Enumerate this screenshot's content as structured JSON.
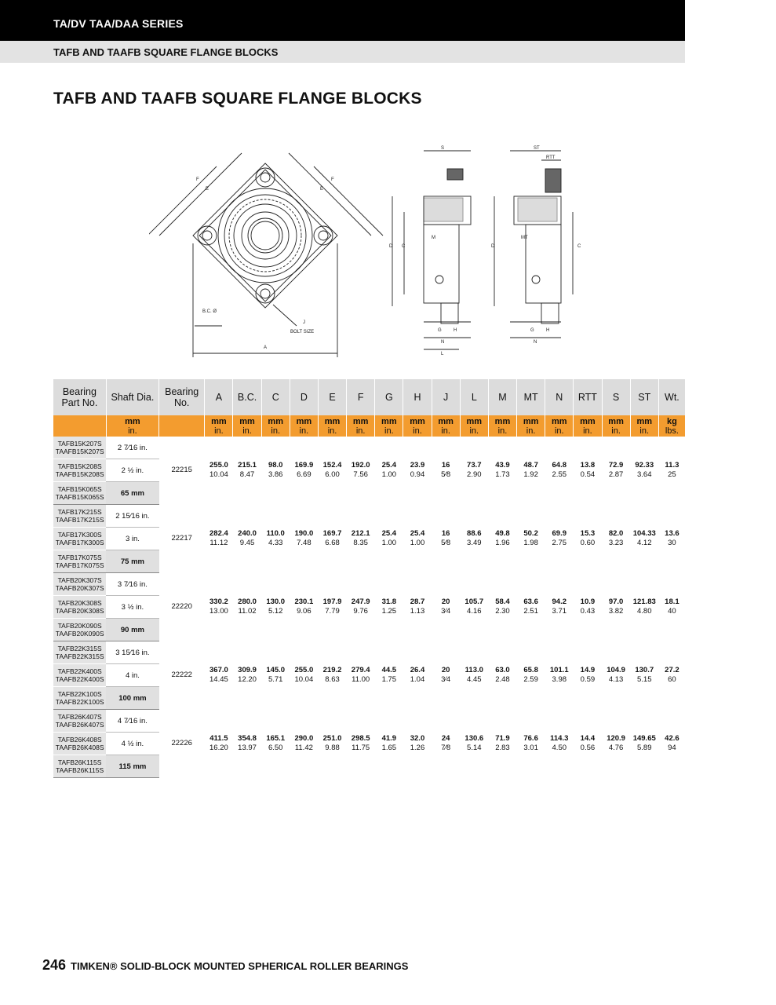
{
  "header": {
    "series": "TA/DV TAA/DAA SERIES",
    "subtitle": "TAFB AND TAAFB SQUARE FLANGE BLOCKS"
  },
  "page_title": "TAFB AND TAAFB SQUARE FLANGE BLOCKS",
  "drawing_labels": {
    "f": "F",
    "e": "E",
    "bc": "B.C. Ø",
    "j": "J",
    "bolt_size": "BOLT SIZE",
    "a": "A",
    "s": "S",
    "st": "ST",
    "rtt": "RTT",
    "d": "D",
    "c": "C",
    "m": "M",
    "mt": "MT",
    "g": "G",
    "h": "H",
    "n": "N",
    "l": "L"
  },
  "table": {
    "headers": {
      "part": "Bearing Part No.",
      "shaft": "Shaft Dia.",
      "bearing": "Bearing No.",
      "cols": [
        "A",
        "B.C.",
        "C",
        "D",
        "E",
        "F",
        "G",
        "H",
        "J",
        "L",
        "M",
        "MT",
        "N",
        "RTT",
        "S",
        "ST",
        "Wt."
      ]
    },
    "units": {
      "mm": "mm",
      "in": "in.",
      "kg": "kg",
      "lbs": "lbs."
    },
    "groups": [
      {
        "bearing": "22215",
        "rows": [
          {
            "part1": "TAFB15K207S",
            "part2": "TAAFB15K207S",
            "shaft": "2 7⁄16 in."
          },
          {
            "part1": "TAFB15K208S",
            "part2": "TAAFB15K208S",
            "shaft": "2 ½ in."
          },
          {
            "part1": "TAFB15K065S",
            "part2": "TAAFB15K065S",
            "shaft": "65 mm"
          }
        ],
        "values": [
          [
            "255.0",
            "10.04"
          ],
          [
            "215.1",
            "8.47"
          ],
          [
            "98.0",
            "3.86"
          ],
          [
            "169.9",
            "6.69"
          ],
          [
            "152.4",
            "6.00"
          ],
          [
            "192.0",
            "7.56"
          ],
          [
            "25.4",
            "1.00"
          ],
          [
            "23.9",
            "0.94"
          ],
          [
            "16",
            "5⁄8"
          ],
          [
            "73.7",
            "2.90"
          ],
          [
            "43.9",
            "1.73"
          ],
          [
            "48.7",
            "1.92"
          ],
          [
            "64.8",
            "2.55"
          ],
          [
            "13.8",
            "0.54"
          ],
          [
            "72.9",
            "2.87"
          ],
          [
            "92.33",
            "3.64"
          ],
          [
            "11.3",
            "25"
          ]
        ]
      },
      {
        "bearing": "22217",
        "rows": [
          {
            "part1": "TAFB17K215S",
            "part2": "TAAFB17K215S",
            "shaft": "2 15⁄16 in."
          },
          {
            "part1": "TAFB17K300S",
            "part2": "TAAFB17K300S",
            "shaft": "3 in."
          },
          {
            "part1": "TAFB17K075S",
            "part2": "TAAFB17K075S",
            "shaft": "75 mm"
          }
        ],
        "values": [
          [
            "282.4",
            "11.12"
          ],
          [
            "240.0",
            "9.45"
          ],
          [
            "110.0",
            "4.33"
          ],
          [
            "190.0",
            "7.48"
          ],
          [
            "169.7",
            "6.68"
          ],
          [
            "212.1",
            "8.35"
          ],
          [
            "25.4",
            "1.00"
          ],
          [
            "25.4",
            "1.00"
          ],
          [
            "16",
            "5⁄8"
          ],
          [
            "88.6",
            "3.49"
          ],
          [
            "49.8",
            "1.96"
          ],
          [
            "50.2",
            "1.98"
          ],
          [
            "69.9",
            "2.75"
          ],
          [
            "15.3",
            "0.60"
          ],
          [
            "82.0",
            "3.23"
          ],
          [
            "104.33",
            "4.12"
          ],
          [
            "13.6",
            "30"
          ]
        ]
      },
      {
        "bearing": "22220",
        "rows": [
          {
            "part1": "TAFB20K307S",
            "part2": "TAAFB20K307S",
            "shaft": "3 7⁄16 in."
          },
          {
            "part1": "TAFB20K308S",
            "part2": "TAAFB20K308S",
            "shaft": "3 ½ in."
          },
          {
            "part1": "TAFB20K090S",
            "part2": "TAAFB20K090S",
            "shaft": "90 mm"
          }
        ],
        "values": [
          [
            "330.2",
            "13.00"
          ],
          [
            "280.0",
            "11.02"
          ],
          [
            "130.0",
            "5.12"
          ],
          [
            "230.1",
            "9.06"
          ],
          [
            "197.9",
            "7.79"
          ],
          [
            "247.9",
            "9.76"
          ],
          [
            "31.8",
            "1.25"
          ],
          [
            "28.7",
            "1.13"
          ],
          [
            "20",
            "3⁄4"
          ],
          [
            "105.7",
            "4.16"
          ],
          [
            "58.4",
            "2.30"
          ],
          [
            "63.6",
            "2.51"
          ],
          [
            "94.2",
            "3.71"
          ],
          [
            "10.9",
            "0.43"
          ],
          [
            "97.0",
            "3.82"
          ],
          [
            "121.83",
            "4.80"
          ],
          [
            "18.1",
            "40"
          ]
        ]
      },
      {
        "bearing": "22222",
        "rows": [
          {
            "part1": "TAFB22K315S",
            "part2": "TAAFB22K315S",
            "shaft": "3 15⁄16 in."
          },
          {
            "part1": "TAFB22K400S",
            "part2": "TAAFB22K400S",
            "shaft": "4 in."
          },
          {
            "part1": "TAFB22K100S",
            "part2": "TAAFB22K100S",
            "shaft": "100 mm"
          }
        ],
        "values": [
          [
            "367.0",
            "14.45"
          ],
          [
            "309.9",
            "12.20"
          ],
          [
            "145.0",
            "5.71"
          ],
          [
            "255.0",
            "10.04"
          ],
          [
            "219.2",
            "8.63"
          ],
          [
            "279.4",
            "11.00"
          ],
          [
            "44.5",
            "1.75"
          ],
          [
            "26.4",
            "1.04"
          ],
          [
            "20",
            "3⁄4"
          ],
          [
            "113.0",
            "4.45"
          ],
          [
            "63.0",
            "2.48"
          ],
          [
            "65.8",
            "2.59"
          ],
          [
            "101.1",
            "3.98"
          ],
          [
            "14.9",
            "0.59"
          ],
          [
            "104.9",
            "4.13"
          ],
          [
            "130.7",
            "5.15"
          ],
          [
            "27.2",
            "60"
          ]
        ]
      },
      {
        "bearing": "22226",
        "rows": [
          {
            "part1": "TAFB26K407S",
            "part2": "TAAFB26K407S",
            "shaft": "4 7⁄16 in."
          },
          {
            "part1": "TAFB26K408S",
            "part2": "TAAFB26K408S",
            "shaft": "4 ½ in."
          },
          {
            "part1": "TAFB26K115S",
            "part2": "TAAFB26K115S",
            "shaft": "115 mm"
          }
        ],
        "values": [
          [
            "411.5",
            "16.20"
          ],
          [
            "354.8",
            "13.97"
          ],
          [
            "165.1",
            "6.50"
          ],
          [
            "290.0",
            "11.42"
          ],
          [
            "251.0",
            "9.88"
          ],
          [
            "298.5",
            "11.75"
          ],
          [
            "41.9",
            "1.65"
          ],
          [
            "32.0",
            "1.26"
          ],
          [
            "24",
            "7⁄8"
          ],
          [
            "130.6",
            "5.14"
          ],
          [
            "71.9",
            "2.83"
          ],
          [
            "76.6",
            "3.01"
          ],
          [
            "114.3",
            "4.50"
          ],
          [
            "14.4",
            "0.56"
          ],
          [
            "120.9",
            "4.76"
          ],
          [
            "149.65",
            "5.89"
          ],
          [
            "42.6",
            "94"
          ]
        ]
      }
    ]
  },
  "footer": {
    "page_number": "246",
    "text": "TIMKEN® SOLID-BLOCK MOUNTED SPHERICAL ROLLER BEARINGS"
  }
}
